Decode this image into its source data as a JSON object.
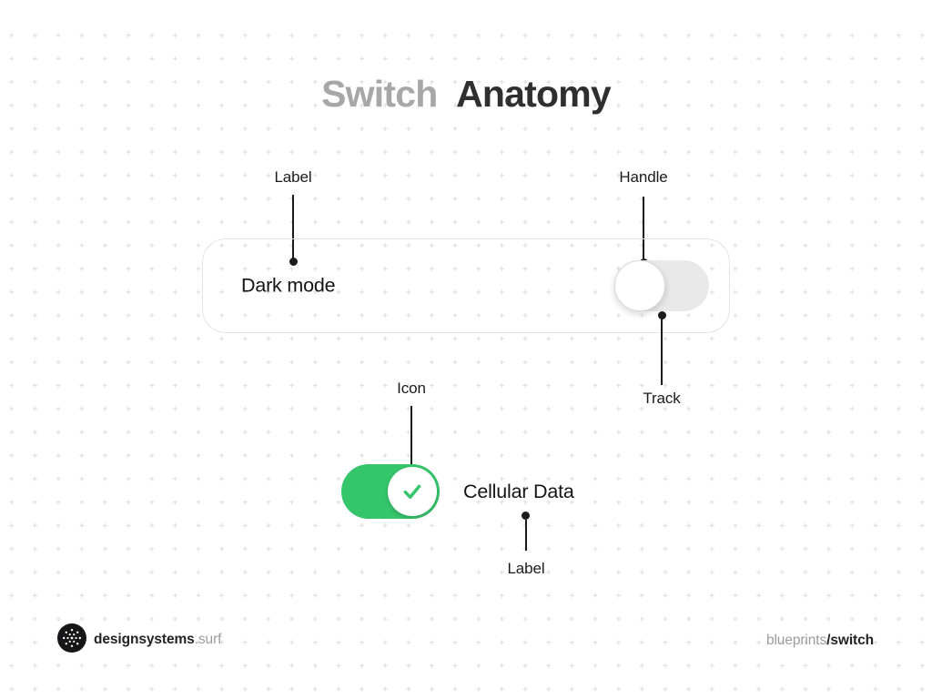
{
  "title": {
    "muted": "Switch",
    "strong": "Anatomy"
  },
  "callouts": {
    "label_top": "Label",
    "handle": "Handle",
    "track": "Track",
    "icon": "Icon",
    "label_bottom": "Label"
  },
  "dark_mode_switch": {
    "label": "Dark mode",
    "state": "off"
  },
  "cellular_switch": {
    "label": "Cellular Data",
    "state": "on",
    "icon": "checkmark-icon"
  },
  "footer": {
    "brand_strong": "designsystems",
    "brand_muted": ".surf",
    "right_muted": "blueprints",
    "right_strong": "/switch"
  },
  "colors": {
    "accent_green": "#35C56B",
    "track_off": "#E9E9EA",
    "ink": "#1B1B1D",
    "title_muted": "#A7A7A9",
    "text_muted": "#9B9B9D",
    "card_border": "#E4E4E6",
    "grid_dot": "#DFDFE1"
  }
}
